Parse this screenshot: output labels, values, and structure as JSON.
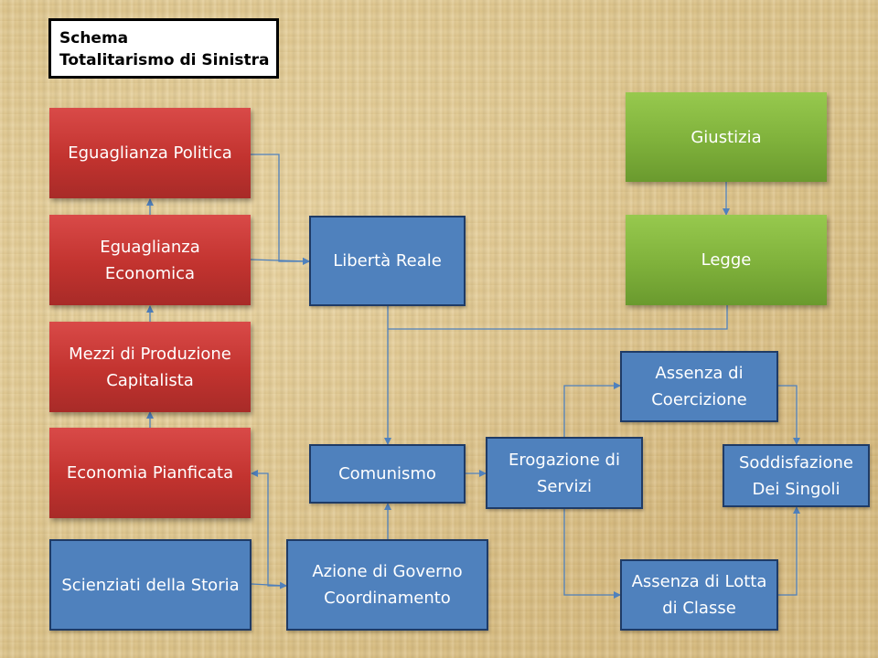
{
  "title": {
    "line1": "Schema",
    "line2": "Totalitarismo di Sinistra"
  },
  "nodes": {
    "eguaglianza_politica": "Eguaglianza Politica",
    "eguaglianza_economica": "Eguaglianza Economica",
    "mezzi_produzione": "Mezzi di Produzione Capitalista",
    "economia_pianificata": "Economia Pianficata",
    "scienziati": "Scienziati della Storia",
    "liberta_reale": "Libertà Reale",
    "giustizia": "Giustizia",
    "legge": "Legge",
    "comunismo": "Comunismo",
    "azione_governo": "Azione di Governo Coordinamento",
    "erogazione": "Erogazione di Servizi",
    "assenza_coercizione": "Assenza di Coercizione",
    "soddisfazione": "Soddisfazione Dei Singoli",
    "assenza_lotta": "Assenza di Lotta di Classe"
  },
  "colors": {
    "red_node": "#c8362f",
    "green_node": "#80b23c",
    "blue_node": "#4f81bd",
    "connector": "#4f81bd"
  }
}
